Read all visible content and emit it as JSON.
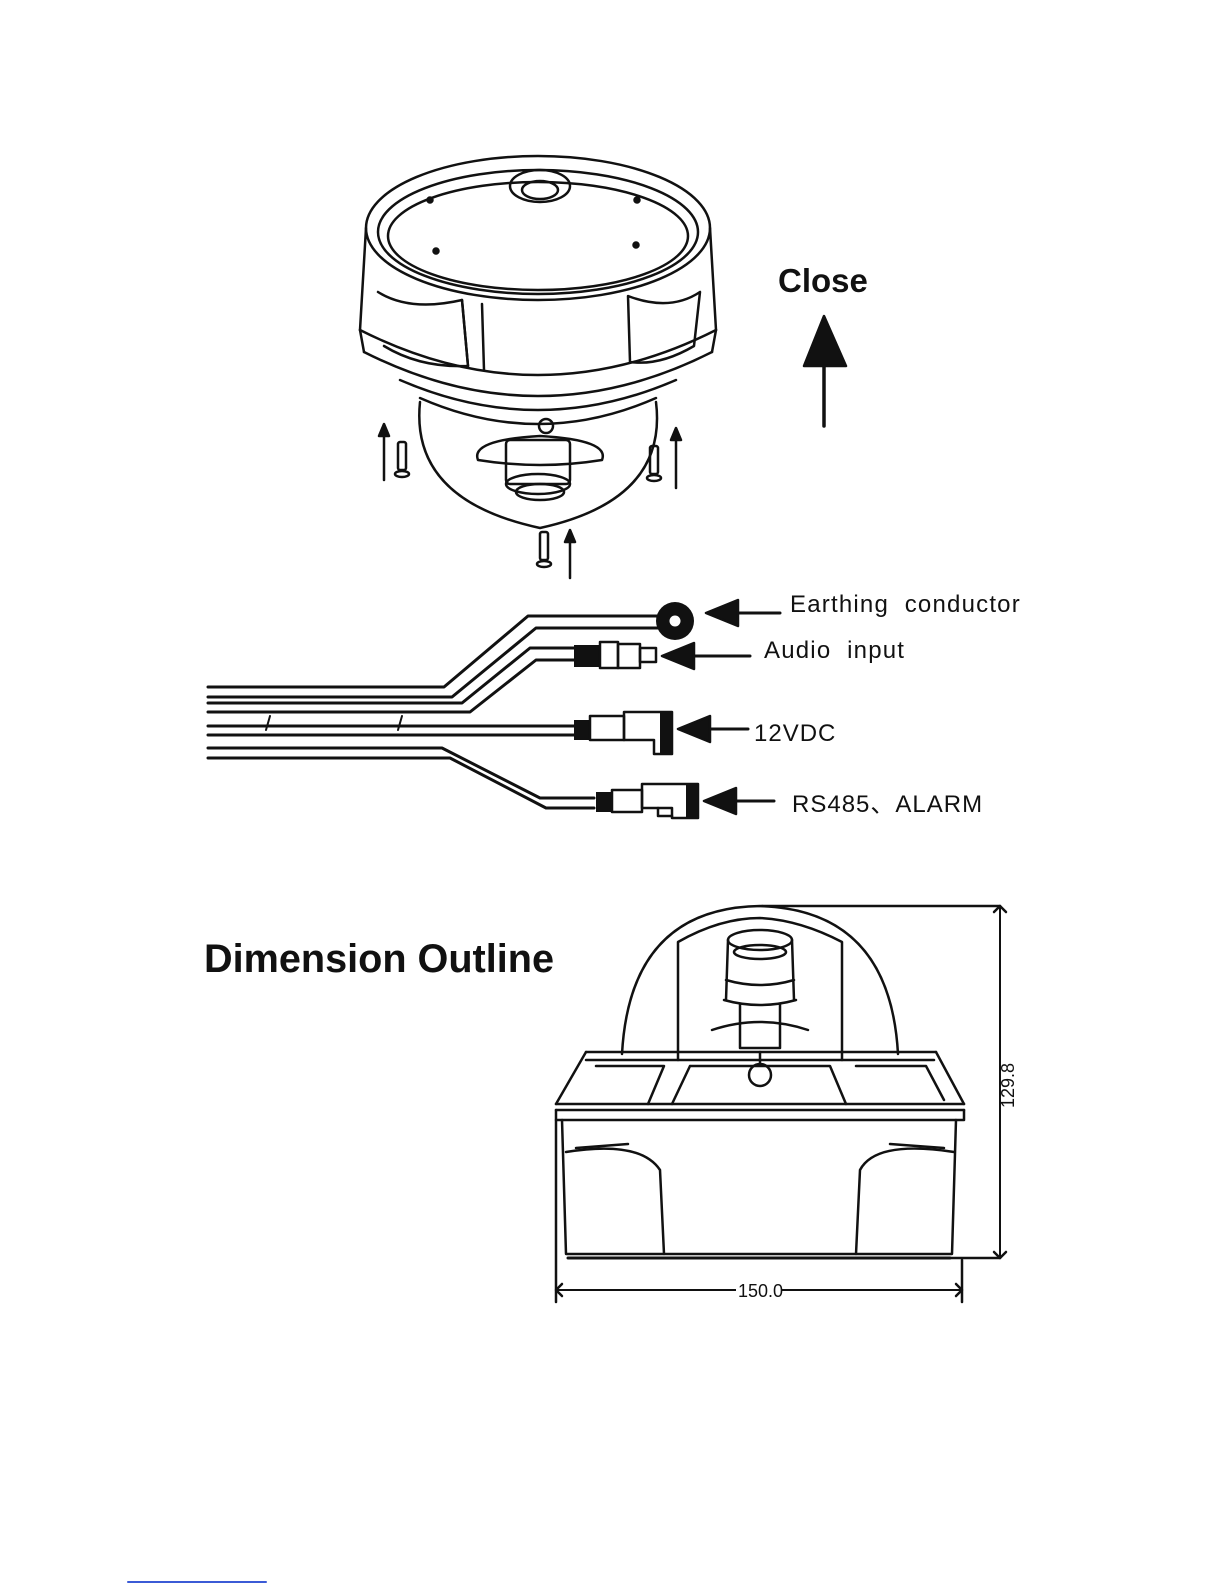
{
  "close_label": "Close",
  "connectors": {
    "earthing": "Earthing  conductor",
    "audio": "Audio  input",
    "power": "12VDC",
    "rs485": "RS485、ALARM"
  },
  "dimension": {
    "title": "Dimension Outline",
    "height": "129.8",
    "width": "150.0"
  },
  "colors": {
    "line": "#111111",
    "background": "#ffffff",
    "footnote_rule": "#3b5bd6"
  }
}
